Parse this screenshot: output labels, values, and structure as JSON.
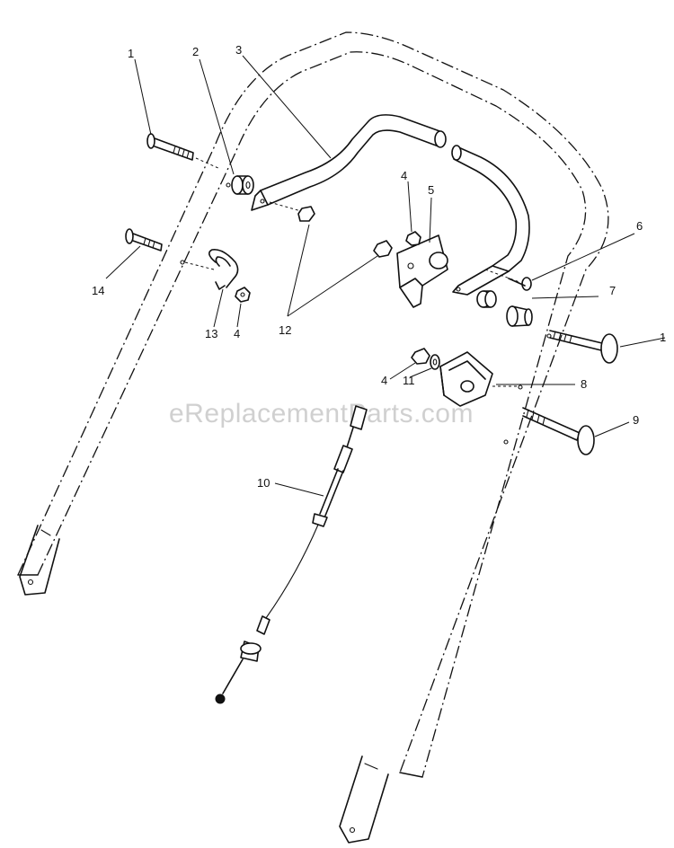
{
  "watermark": "eReplacementParts.com",
  "callouts": {
    "c1_top": "1",
    "c2": "2",
    "c3": "3",
    "c4_upper": "4",
    "c5": "5",
    "c6": "6",
    "c7": "7",
    "c1_right": "1",
    "c8": "8",
    "c9": "9",
    "c4_lower": "4",
    "c11": "11",
    "c10": "10",
    "c14": "14",
    "c13": "13",
    "c4_left": "4",
    "c12": "12"
  }
}
